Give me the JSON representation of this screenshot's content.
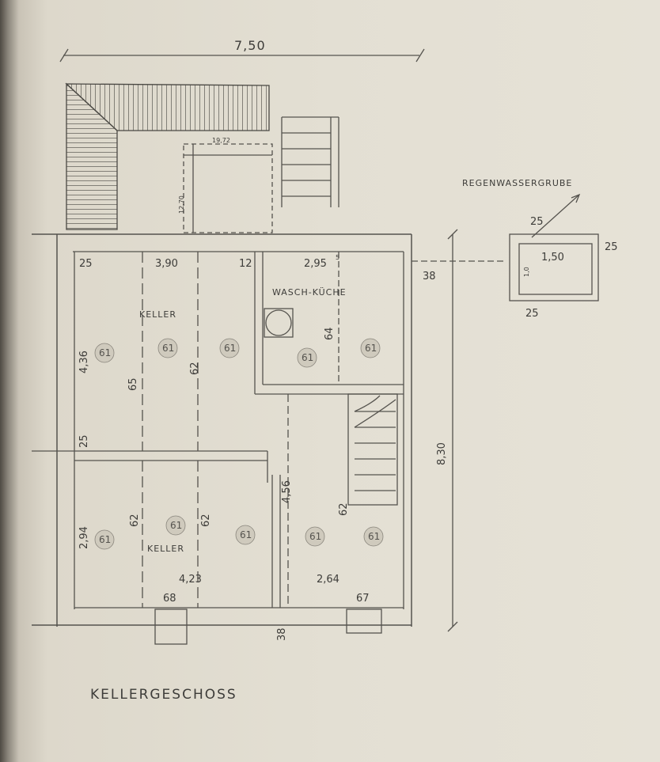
{
  "drawing": {
    "title": "KELLERGESCHOSS",
    "overall_width": "7,50",
    "overall_depth": "8,30",
    "rooms": {
      "keller_top": "KELLER",
      "waschkueche": "WASCH-KÜCHE",
      "keller_bottom": "KELLER"
    },
    "rainwater_pit": {
      "label": "REGENWASSERGRUBE",
      "wall_top": "25",
      "inner_width": "1,50",
      "wall_right": "25",
      "inner_depth": "1,0",
      "wall_bottom": "25"
    },
    "dimensions": {
      "wall_left_top": "25",
      "keller_width": "3,90",
      "inner_wall": "12",
      "wasch_width": "2,95",
      "wall_small": "5",
      "wall_right": "38",
      "keller_depth": "4,36",
      "mid_wall": "25",
      "bottom_depth": "2,94",
      "bottom_width": "4,23",
      "stair_width": "2,64",
      "window_left": "68",
      "window_right": "67",
      "wall_bottom": "38",
      "corridor_depth": "4,56",
      "lightwell_w": "19,72",
      "lightwell_d": "12,70",
      "wasch_62": "64",
      "k62": "62",
      "k65": "65",
      "k62b": "62",
      "k62c": "62",
      "k62d": "62"
    },
    "level_tags": [
      "61",
      "61",
      "61",
      "61",
      "61",
      "61",
      "61",
      "61",
      "61",
      "61"
    ]
  }
}
